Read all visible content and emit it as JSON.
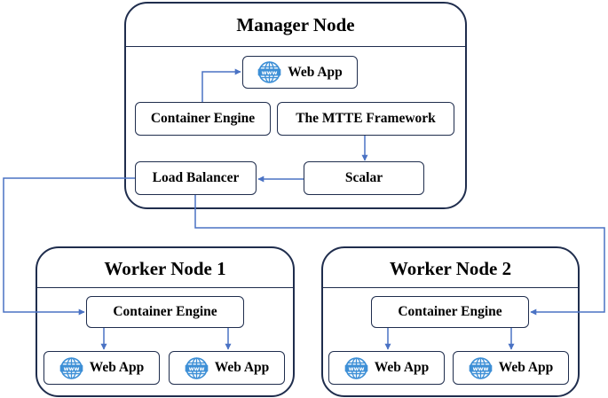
{
  "manager": {
    "title": "Manager Node",
    "web_app": "Web App",
    "container_engine": "Container Engine",
    "framework": "The MTTE Framework",
    "load_balancer": "Load Balancer",
    "scalar": "Scalar"
  },
  "worker1": {
    "title": "Worker Node 1",
    "container_engine": "Container Engine",
    "web_app_a": "Web App",
    "web_app_b": "Web App"
  },
  "worker2": {
    "title": "Worker Node 2",
    "container_engine": "Container Engine",
    "web_app_a": "Web App",
    "web_app_b": "Web App"
  },
  "icons": {
    "web_app_icon": "www-globe-icon"
  },
  "colors": {
    "connector": "#4a72c4",
    "border": "#1f2d4d",
    "globe": "#3d8fd6"
  }
}
